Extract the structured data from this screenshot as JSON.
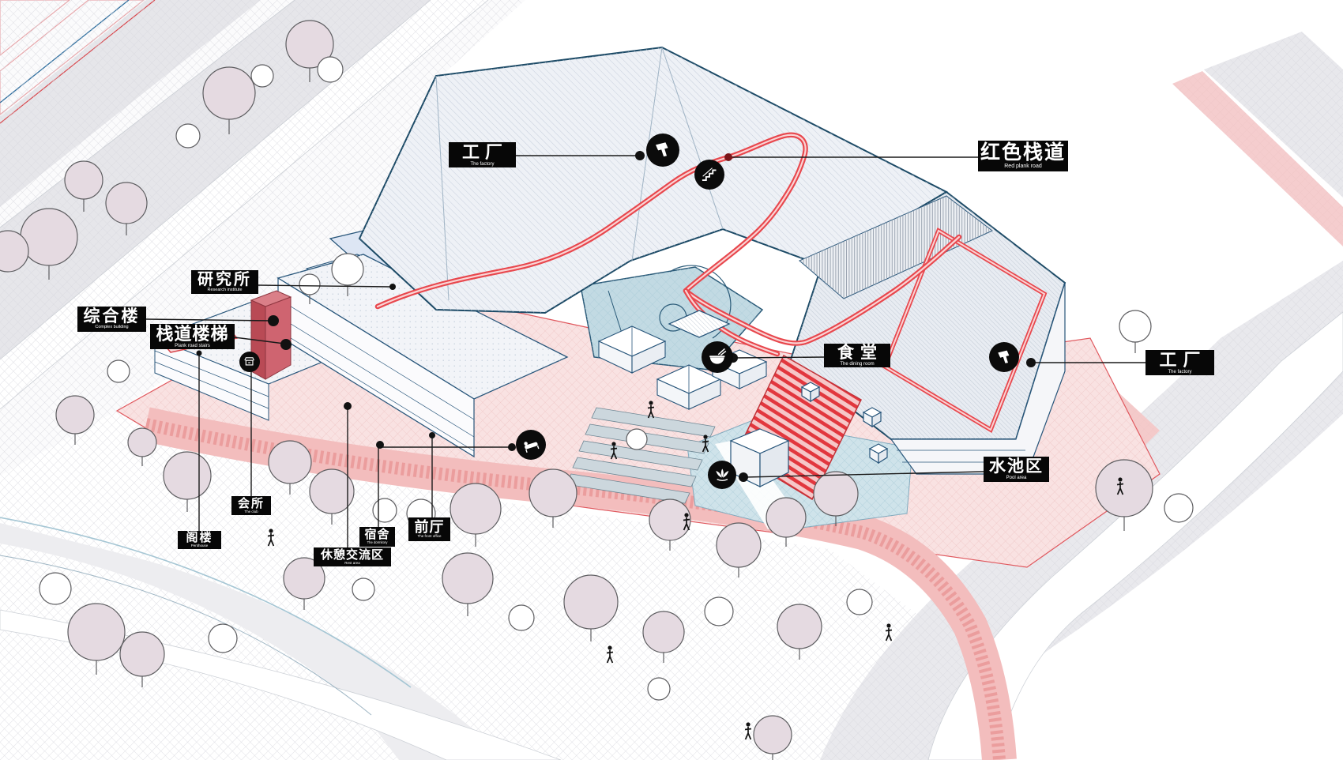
{
  "diagram_type": "architectural-site-axonometric",
  "colors": {
    "label_bg": "#070707",
    "label_text": "#ffffff",
    "red_plank": "#e8474d",
    "dark_red": "#b94a55",
    "roof_outline": "#1c4a66",
    "plaza_pink": "#f9e2e2",
    "pool_blue": "#cfe3ea",
    "road_gray": "#e8e8ec",
    "tree_fill": "#e5dae1"
  },
  "labels": [
    {
      "id": "factory-left",
      "zh": "工厂",
      "en": "The factory"
    },
    {
      "id": "red-plank-road",
      "zh": "红色栈道",
      "en": "Red plank road"
    },
    {
      "id": "research-institute",
      "zh": "研究所",
      "en": "Research institute"
    },
    {
      "id": "complex-building",
      "zh": "综合楼",
      "en": "Complex building"
    },
    {
      "id": "plank-road-stairs",
      "zh": "栈道楼梯",
      "en": "Plank road stairs"
    },
    {
      "id": "dining-room",
      "zh": "食堂",
      "en": "The dining room"
    },
    {
      "id": "factory-right",
      "zh": "工厂",
      "en": "The factory"
    },
    {
      "id": "pool-area",
      "zh": "水池区",
      "en": "Pool area"
    },
    {
      "id": "club",
      "zh": "会所",
      "en": "The club"
    },
    {
      "id": "penthouse",
      "zh": "阁楼",
      "en": "Penthouse"
    },
    {
      "id": "rest-area",
      "zh": "休憩交流区",
      "en": "Rest area"
    },
    {
      "id": "dormitory",
      "zh": "宿舍",
      "en": "The dormitory"
    },
    {
      "id": "front-office",
      "zh": "前厅",
      "en": "The front office"
    }
  ],
  "icons": [
    {
      "id": "hammer-icon-top",
      "glyph": "hammer",
      "meaning": "factory workshop"
    },
    {
      "id": "stairs-icon",
      "glyph": "stairs",
      "meaning": "plank road stairs"
    },
    {
      "id": "noodle-bowl-icon",
      "glyph": "noodle-bowl",
      "meaning": "dining room"
    },
    {
      "id": "hammer-icon-right",
      "glyph": "hammer",
      "meaning": "factory workshop"
    },
    {
      "id": "lotus-icon",
      "glyph": "water-lily",
      "meaning": "pool area plants"
    },
    {
      "id": "bed-icon",
      "glyph": "bed",
      "meaning": "dormitory"
    },
    {
      "id": "box-icon",
      "glyph": "crate",
      "meaning": "club furniture"
    }
  ]
}
